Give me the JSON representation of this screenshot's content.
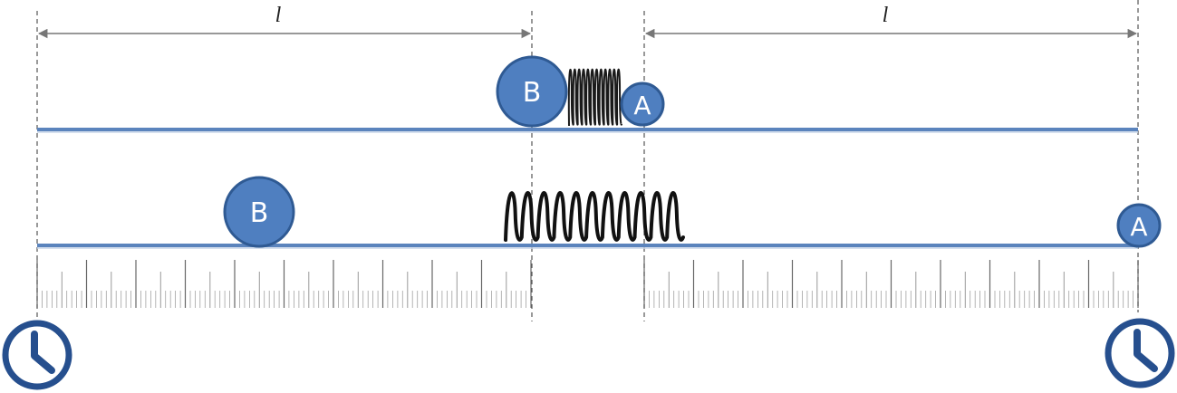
{
  "lengths": {
    "left_label": "l",
    "right_label": "l"
  },
  "balls": {
    "top_b": "B",
    "top_a": "A",
    "bottom_b": "B",
    "bottom_a": "A"
  },
  "icons": {
    "left_clock": "clock-icon",
    "right_clock": "clock-icon"
  },
  "colors": {
    "ball_fill": "#4f7fc0",
    "ball_stroke": "#2f5a93",
    "rail": "#5b84bd",
    "clock": "#264f8e",
    "spring": "#1a1a1a",
    "dash": "#555555",
    "arrow": "#777777",
    "ruler": "#555555"
  }
}
